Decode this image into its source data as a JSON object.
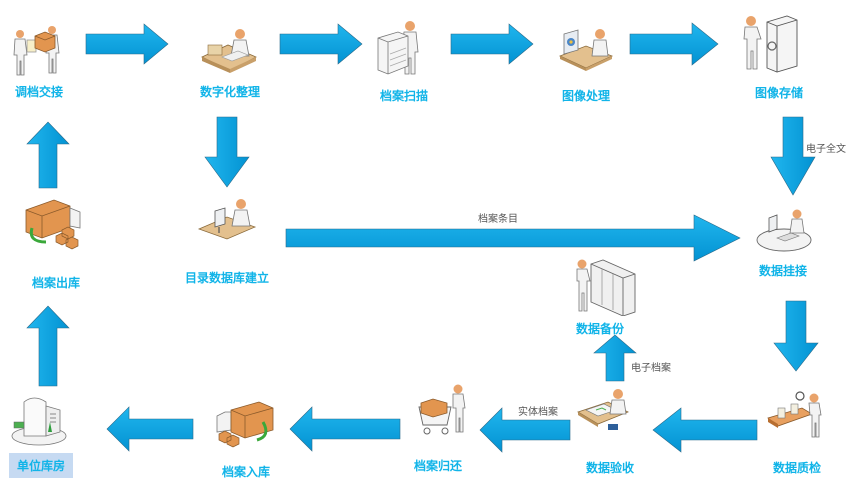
{
  "diagram": {
    "title": "档案数字化流程",
    "colors": {
      "arrow_fill": "#0aa3e0",
      "arrow_dark": "#0486c4",
      "label_text": "#11b4e8",
      "edge_label_text": "#555555",
      "selected_bg": "#c6daf2"
    },
    "nodes": {
      "transfer": {
        "label": "调档交接",
        "icon": "people-handing-box-icon"
      },
      "digitize": {
        "label": "数字化整理",
        "icon": "person-sorting-papers-icon"
      },
      "scan": {
        "label": "档案扫描",
        "icon": "person-at-scanner-icon"
      },
      "image_process": {
        "label": "图像处理",
        "icon": "person-at-monitor-icon"
      },
      "image_store": {
        "label": "图像存储",
        "icon": "person-at-safe-icon"
      },
      "catalog_db": {
        "label": "目录数据库建立",
        "icon": "person-at-computer-desk-icon"
      },
      "data_link": {
        "label": "数据挂接",
        "icon": "person-at-workstation-icon"
      },
      "data_backup": {
        "label": "数据备份",
        "icon": "person-at-server-rack-icon"
      },
      "data_qc": {
        "label": "数据质检",
        "icon": "person-inspecting-conveyor-icon"
      },
      "data_accept": {
        "label": "数据验收",
        "icon": "person-signing-document-icon"
      },
      "archive_return": {
        "label": "档案归还",
        "icon": "person-with-cart-icon"
      },
      "archive_in": {
        "label": "档案入库",
        "icon": "truck-unloading-icon"
      },
      "unit_storage": {
        "label": "单位库房",
        "icon": "building-icon"
      },
      "archive_out": {
        "label": "档案出库",
        "icon": "truck-loading-icon"
      }
    },
    "edges": {
      "image_store_to_link": {
        "label": "电子全文"
      },
      "catalog_to_link": {
        "label": "档案条目"
      },
      "accept_to_backup": {
        "label": "电子档案"
      },
      "accept_to_return": {
        "label": "实体档案"
      }
    }
  }
}
